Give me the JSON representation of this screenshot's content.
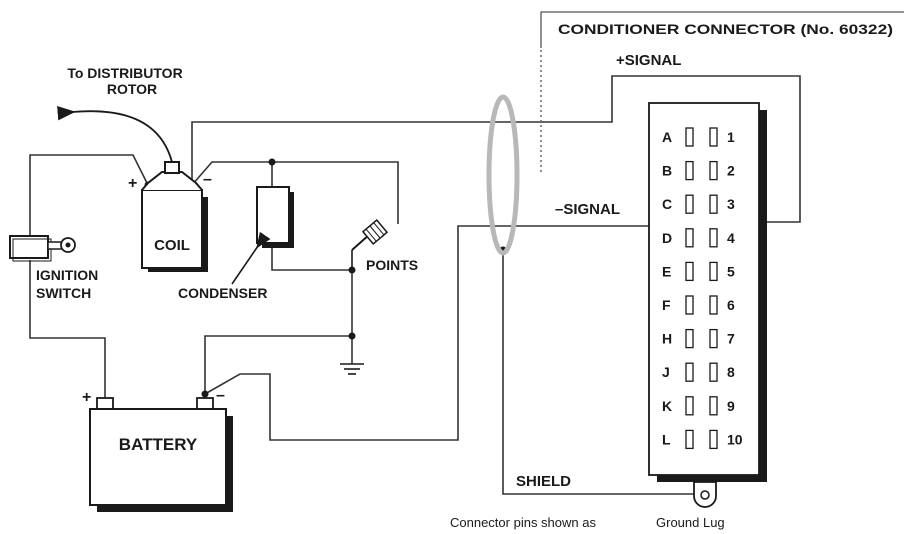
{
  "labels": {
    "distributor_rotor_line1": "To DISTRIBUTOR",
    "distributor_rotor_line2": "ROTOR",
    "coil": "COIL",
    "coil_plus": "+",
    "coil_minus": "–",
    "ignition_switch_line1": "IGNITION",
    "ignition_switch_line2": "SWITCH",
    "condenser": "CONDENSER",
    "points": "POINTS",
    "battery": "BATTERY",
    "battery_plus": "+",
    "battery_minus": "–",
    "conditioner_connector": "CONDITIONER CONNECTOR  (No. 60322)",
    "plus_signal": "+SIGNAL",
    "minus_signal": "–SIGNAL",
    "shield": "SHIELD",
    "pins_caption": "Connector pins shown as",
    "ground_lug": "Ground Lug"
  },
  "connector_pins": [
    {
      "letter": "A",
      "number": "1"
    },
    {
      "letter": "B",
      "number": "2"
    },
    {
      "letter": "C",
      "number": "3"
    },
    {
      "letter": "D",
      "number": "4"
    },
    {
      "letter": "E",
      "number": "5"
    },
    {
      "letter": "F",
      "number": "6"
    },
    {
      "letter": "H",
      "number": "7"
    },
    {
      "letter": "J",
      "number": "8"
    },
    {
      "letter": "K",
      "number": "9"
    },
    {
      "letter": "L",
      "number": "10"
    }
  ],
  "colors": {
    "wire": "#333333",
    "ink": "#1a1a1a",
    "shield_ring": "#b8b8b8"
  }
}
